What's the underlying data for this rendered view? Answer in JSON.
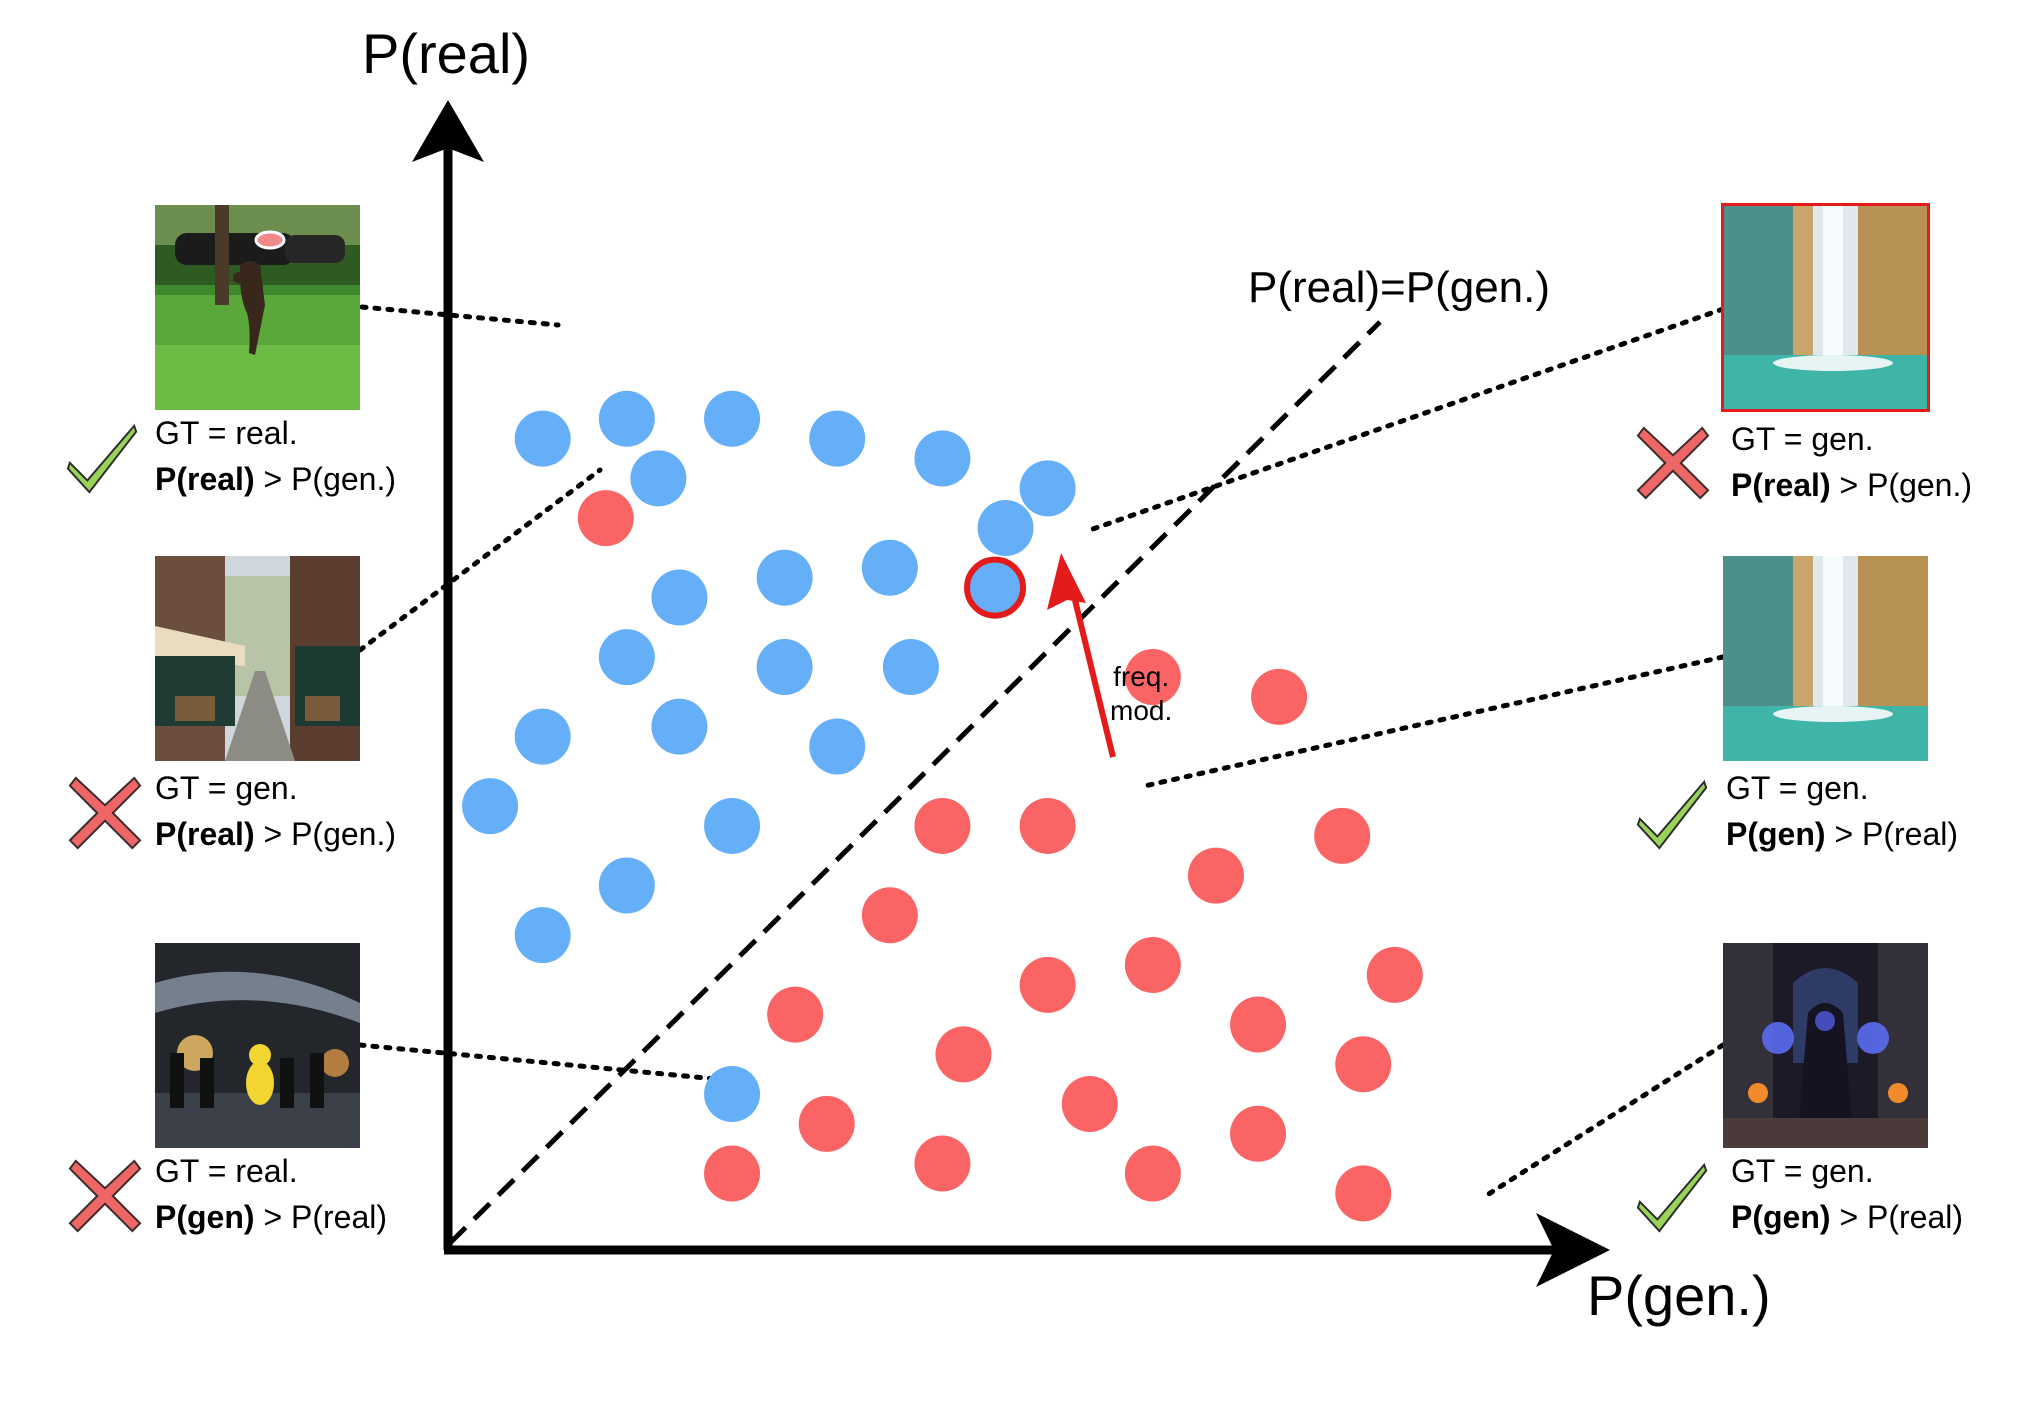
{
  "axes": {
    "y_label": "P(real)",
    "x_label": "P(gen.)"
  },
  "diagonal_label": "P(real)=P(gen.)",
  "modification_arrow": {
    "line1": "freq.",
    "line2": "mod."
  },
  "colors": {
    "real_dot": "#64aff8",
    "gen_dot": "#fa6464",
    "highlight": "#e31b1b",
    "check": "#9ad35a",
    "cross": "#ef6666"
  },
  "points": {
    "real": [
      [
        0.09,
        0.81
      ],
      [
        0.17,
        0.83
      ],
      [
        0.27,
        0.83
      ],
      [
        0.37,
        0.81
      ],
      [
        0.47,
        0.79
      ],
      [
        0.57,
        0.76
      ],
      [
        0.2,
        0.77
      ],
      [
        0.53,
        0.72
      ],
      [
        0.32,
        0.67
      ],
      [
        0.42,
        0.68
      ],
      [
        0.22,
        0.65
      ],
      [
        0.17,
        0.59
      ],
      [
        0.32,
        0.58
      ],
      [
        0.44,
        0.58
      ],
      [
        0.09,
        0.51
      ],
      [
        0.22,
        0.52
      ],
      [
        0.37,
        0.5
      ],
      [
        0.04,
        0.44
      ],
      [
        0.27,
        0.42
      ],
      [
        0.17,
        0.36
      ],
      [
        0.09,
        0.31
      ],
      [
        0.27,
        0.15
      ]
    ],
    "real_moved": [
      [
        0.52,
        0.66
      ]
    ],
    "gen": [
      [
        0.15,
        0.73
      ],
      [
        0.67,
        0.57
      ],
      [
        0.79,
        0.55
      ],
      [
        0.47,
        0.42
      ],
      [
        0.57,
        0.42
      ],
      [
        0.85,
        0.41
      ],
      [
        0.73,
        0.37
      ],
      [
        0.42,
        0.33
      ],
      [
        0.57,
        0.26
      ],
      [
        0.67,
        0.28
      ],
      [
        0.33,
        0.23
      ],
      [
        0.9,
        0.27
      ],
      [
        0.49,
        0.19
      ],
      [
        0.77,
        0.22
      ],
      [
        0.36,
        0.12
      ],
      [
        0.61,
        0.14
      ],
      [
        0.77,
        0.11
      ],
      [
        0.87,
        0.18
      ],
      [
        0.27,
        0.07
      ],
      [
        0.47,
        0.08
      ],
      [
        0.67,
        0.07
      ],
      [
        0.87,
        0.05
      ]
    ]
  },
  "examples": [
    {
      "gt": "GT = real.",
      "pred_bold": "P(real)",
      "pred_rest": " > P(gen.)",
      "status": "check-icon"
    },
    {
      "gt": "GT = gen.",
      "pred_bold": "P(real)",
      "pred_rest": " > P(gen.)",
      "status": "cross-icon"
    },
    {
      "gt": "GT = real.",
      "pred_bold": "P(gen)",
      "pred_rest": " > P(real)",
      "status": "cross-icon"
    },
    {
      "gt": "GT = gen.",
      "pred_bold": "P(real)",
      "pred_rest": " > P(gen.)",
      "status": "cross-icon"
    },
    {
      "gt": "GT = gen.",
      "pred_bold": "P(gen)",
      "pred_rest": " > P(real)",
      "status": "check-icon"
    },
    {
      "gt": "GT = gen.",
      "pred_bold": "P(gen)",
      "pred_rest": " > P(real)",
      "status": "check-icon"
    }
  ]
}
